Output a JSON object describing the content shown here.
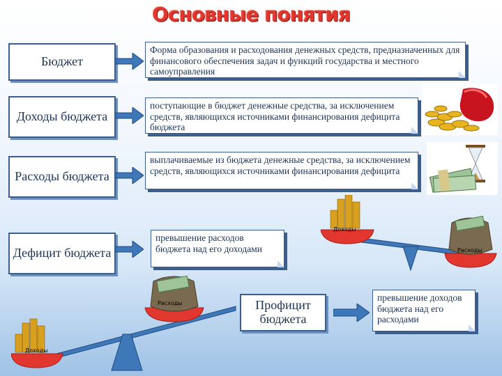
{
  "title": "Основные понятия",
  "terms": [
    {
      "label": "Бюджет",
      "definition": "Форма образования и расходования денежных средств, предназначенных для финансового обеспечения задач и функций государства и местного самоуправления"
    },
    {
      "label": "Доходы бюджета",
      "definition": "поступающие в бюджет денежные средства, за исключением средств, являющихся источниками финансирования дефицита бюджета"
    },
    {
      "label": "Расходы бюджета",
      "definition": "выплачиваемые из бюджета денежные средства, за исключением средств, являющихся источниками финансирования дефицита"
    },
    {
      "label": "Дефицит бюджета",
      "definition": "превышение расходов бюджета над его доходами"
    },
    {
      "label": "Профицит бюджета",
      "definition": "превышение доходов бюджета над его расходами"
    }
  ],
  "scale_labels": {
    "income": "Доходы",
    "expenses": "Расходы"
  },
  "colors": {
    "title": "#e2372e",
    "border": "#3a5f8f",
    "pan": "#e2372e",
    "beam": "#3f78b8",
    "arrow": "#3f78b8"
  }
}
